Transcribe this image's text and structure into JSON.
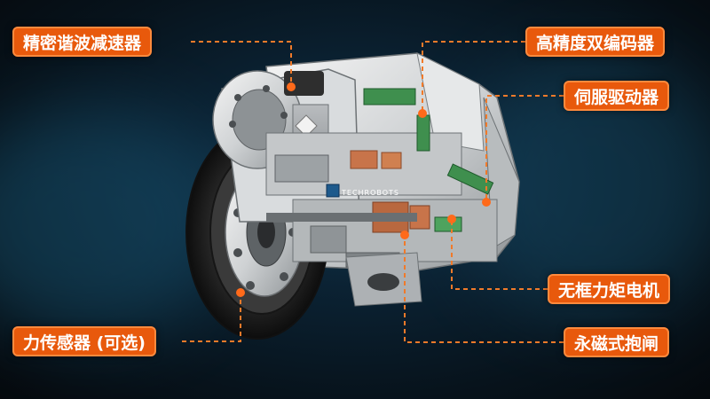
{
  "labels": {
    "harmonic_reducer": "精密谐波减速器",
    "dual_encoder": "高精度双编码器",
    "servo_driver": "伺服驱动器",
    "torque_sensor": "力传感器 (可选)",
    "frameless_motor": "无框力矩电机",
    "brake": "永磁式抱闸"
  },
  "logo_text": "TECHROBOTS",
  "colors": {
    "label_bg": "#e8590c",
    "leader_line": "#f07a2a",
    "accent_copper": "#c8744a",
    "pcb_green": "#3f8f4e"
  }
}
